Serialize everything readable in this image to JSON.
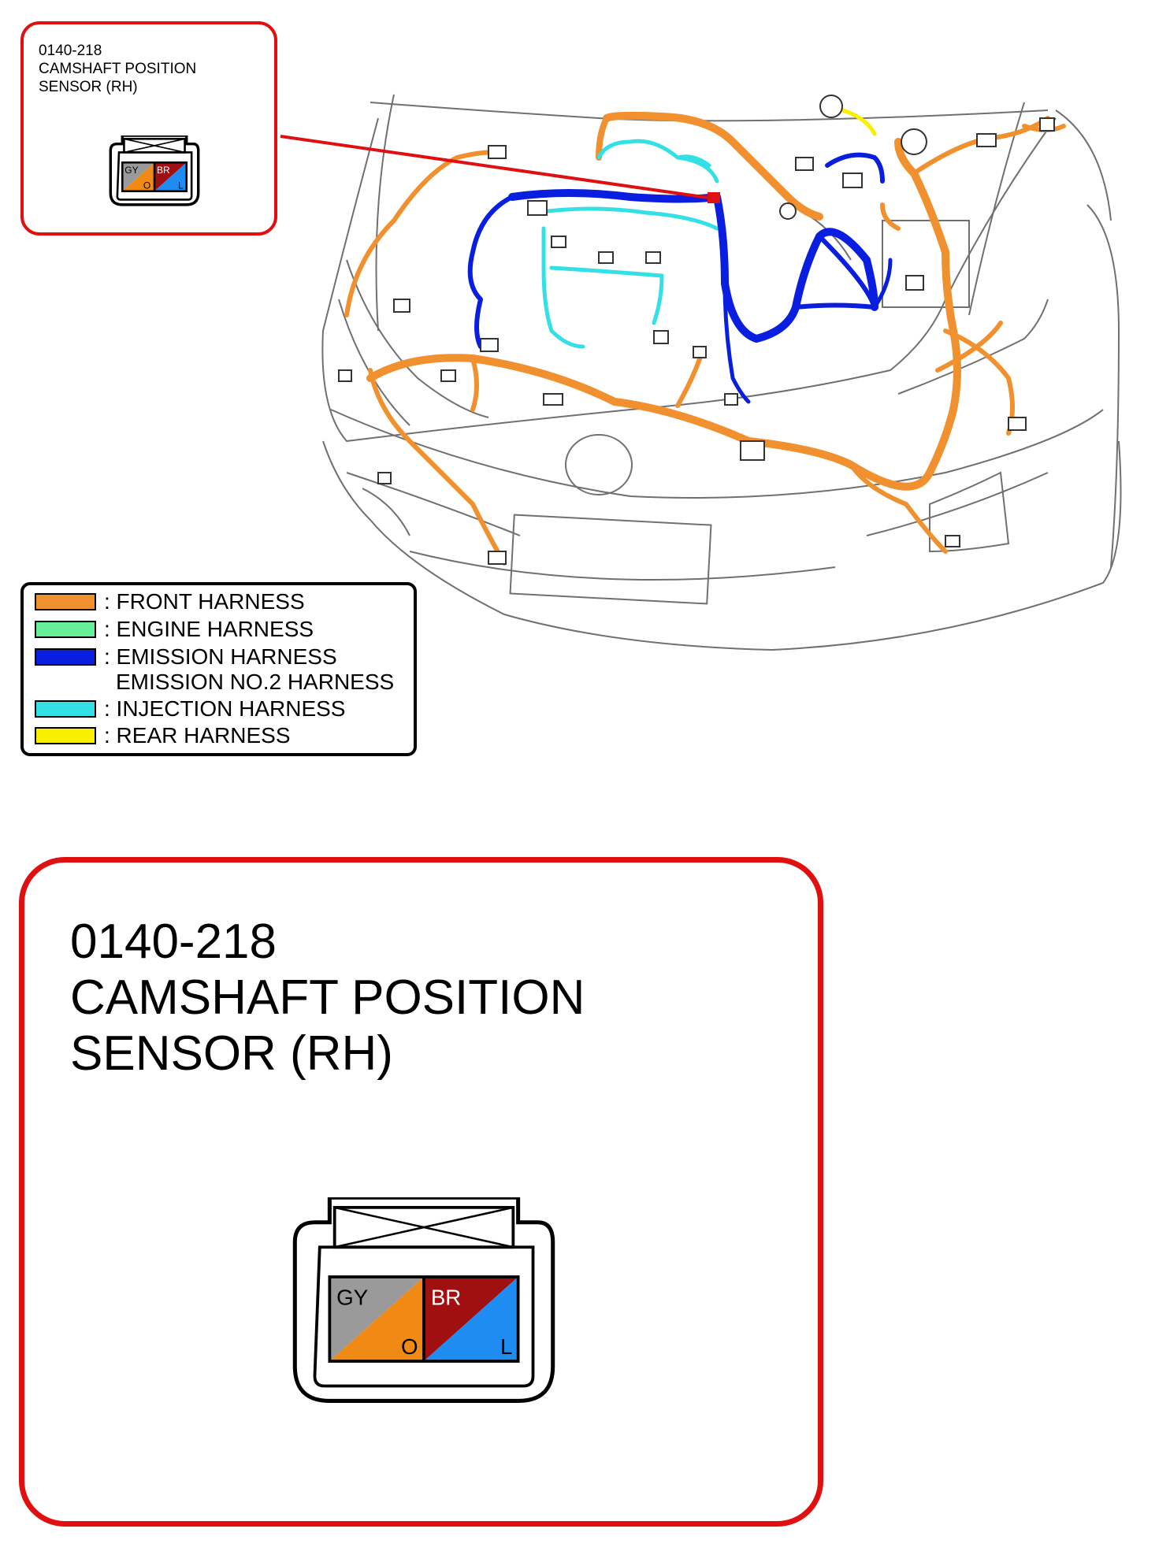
{
  "connector": {
    "id": "0140-218",
    "name_line1": "CAMSHAFT POSITION",
    "name_line2": "SENSOR (RH)",
    "pins": [
      {
        "top": "GY",
        "bottom": "O",
        "top_color": "#9a9a9a",
        "bottom_color": "#f08a14"
      },
      {
        "top": "BR",
        "bottom": "L",
        "top_color": "#a01010",
        "bottom_color": "#1e8cf0"
      }
    ]
  },
  "legend": {
    "items": [
      {
        "label": ": FRONT HARNESS",
        "color": "#f0902f"
      },
      {
        "label": ": ENGINE HARNESS",
        "color": "#66ee99"
      },
      {
        "label": ": EMISSION HARNESS",
        "sublabel": "EMISSION NO.2 HARNESS",
        "color": "#0a1ee0"
      },
      {
        "label": ": INJECTION HARNESS",
        "color": "#33e0e6"
      },
      {
        "label": ": REAR HARNESS",
        "color": "#f8f000"
      }
    ]
  },
  "colors": {
    "callout_border": "#e01010",
    "front": "#f0902f",
    "emission": "#0a1ee0",
    "injection": "#33e0e6",
    "rear": "#f8f000"
  }
}
